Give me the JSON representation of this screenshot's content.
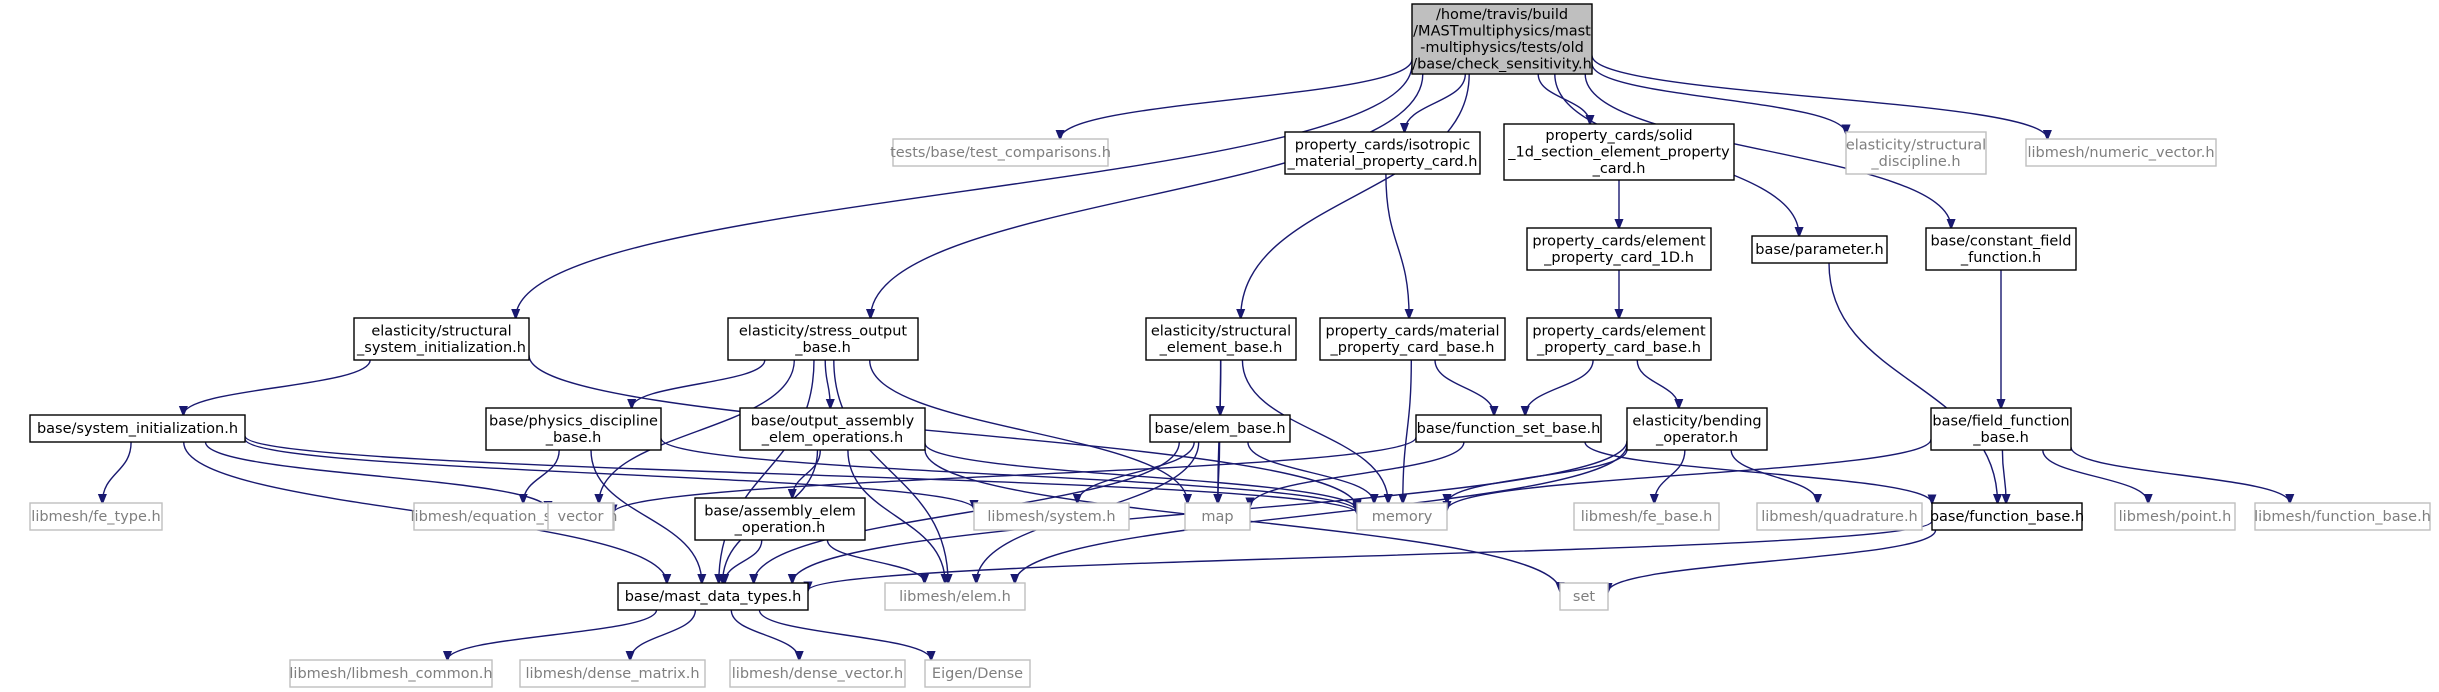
{
  "colors": {
    "edge": "#191970",
    "root_fill": "#bfbfbf",
    "normal_border": "#000000",
    "external_border": "#bfbfbf",
    "external_text": "#7f7f7f"
  },
  "nodes": [
    {
      "id": "root",
      "kind": "root",
      "lines": [
        "/home/travis/build",
        "/MASTmultiphysics/mast",
        "-multiphysics/tests/old",
        "/base/check_sensitivity.h"
      ]
    },
    {
      "id": "test_comparisons",
      "kind": "ext",
      "lines": [
        "tests/base/test_comparisons.h"
      ]
    },
    {
      "id": "isotropic_card",
      "kind": "normal",
      "lines": [
        "property_cards/isotropic",
        "_material_property_card.h"
      ]
    },
    {
      "id": "solid_1d_card",
      "kind": "normal",
      "lines": [
        "property_cards/solid",
        "_1d_section_element_property",
        "_card.h"
      ]
    },
    {
      "id": "structural_discipline",
      "kind": "ext",
      "lines": [
        "elasticity/structural",
        "_discipline.h"
      ]
    },
    {
      "id": "numeric_vector",
      "kind": "ext",
      "lines": [
        "libmesh/numeric_vector.h"
      ]
    },
    {
      "id": "element_card_1d",
      "kind": "normal",
      "lines": [
        "property_cards/element",
        "_property_card_1D.h"
      ]
    },
    {
      "id": "parameter",
      "kind": "normal",
      "lines": [
        "base/parameter.h"
      ]
    },
    {
      "id": "constant_field_function",
      "kind": "normal",
      "lines": [
        "base/constant_field",
        "_function.h"
      ]
    },
    {
      "id": "structural_system_init",
      "kind": "normal",
      "lines": [
        "elasticity/structural",
        "_system_initialization.h"
      ]
    },
    {
      "id": "stress_output_base",
      "kind": "normal",
      "lines": [
        "elasticity/stress_output",
        "_base.h"
      ]
    },
    {
      "id": "structural_element_base",
      "kind": "normal",
      "lines": [
        "elasticity/structural",
        "_element_base.h"
      ]
    },
    {
      "id": "material_card_base",
      "kind": "normal",
      "lines": [
        "property_cards/material",
        "_property_card_base.h"
      ]
    },
    {
      "id": "element_card_base",
      "kind": "normal",
      "lines": [
        "property_cards/element",
        "_property_card_base.h"
      ]
    },
    {
      "id": "system_init",
      "kind": "normal",
      "lines": [
        "base/system_initialization.h"
      ]
    },
    {
      "id": "physics_discipline_base",
      "kind": "normal",
      "lines": [
        "base/physics_discipline",
        "_base.h"
      ]
    },
    {
      "id": "output_assembly",
      "kind": "normal",
      "lines": [
        "base/output_assembly",
        "_elem_operations.h"
      ]
    },
    {
      "id": "elem_base",
      "kind": "normal",
      "lines": [
        "base/elem_base.h"
      ]
    },
    {
      "id": "function_set_base",
      "kind": "normal",
      "lines": [
        "base/function_set_base.h"
      ]
    },
    {
      "id": "bending_operator",
      "kind": "normal",
      "lines": [
        "elasticity/bending",
        "_operator.h"
      ]
    },
    {
      "id": "field_function_base",
      "kind": "normal",
      "lines": [
        "base/field_function",
        "_base.h"
      ]
    },
    {
      "id": "fe_type",
      "kind": "ext",
      "lines": [
        "libmesh/fe_type.h"
      ]
    },
    {
      "id": "equation_systems",
      "kind": "ext",
      "lines": [
        "libmesh/equation_systems.h"
      ]
    },
    {
      "id": "vector",
      "kind": "ext",
      "lines": [
        "vector"
      ]
    },
    {
      "id": "assembly_elem_operation",
      "kind": "normal",
      "lines": [
        "base/assembly_elem",
        "_operation.h"
      ]
    },
    {
      "id": "system",
      "kind": "ext",
      "lines": [
        "libmesh/system.h"
      ]
    },
    {
      "id": "map",
      "kind": "ext",
      "lines": [
        "map"
      ]
    },
    {
      "id": "memory",
      "kind": "ext",
      "lines": [
        "memory"
      ]
    },
    {
      "id": "fe_base",
      "kind": "ext",
      "lines": [
        "libmesh/fe_base.h"
      ]
    },
    {
      "id": "quadrature",
      "kind": "ext",
      "lines": [
        "libmesh/quadrature.h"
      ]
    },
    {
      "id": "function_base",
      "kind": "normal",
      "lines": [
        "base/function_base.h"
      ]
    },
    {
      "id": "point",
      "kind": "ext",
      "lines": [
        "libmesh/point.h"
      ]
    },
    {
      "id": "libmesh_function_base",
      "kind": "ext",
      "lines": [
        "libmesh/function_base.h"
      ]
    },
    {
      "id": "mast_data_types",
      "kind": "normal",
      "lines": [
        "base/mast_data_types.h"
      ]
    },
    {
      "id": "elem",
      "kind": "ext",
      "lines": [
        "libmesh/elem.h"
      ]
    },
    {
      "id": "set",
      "kind": "ext",
      "lines": [
        "set"
      ]
    },
    {
      "id": "libmesh_common",
      "kind": "ext",
      "lines": [
        "libmesh/libmesh_common.h"
      ]
    },
    {
      "id": "dense_matrix",
      "kind": "ext",
      "lines": [
        "libmesh/dense_matrix.h"
      ]
    },
    {
      "id": "dense_vector",
      "kind": "ext",
      "lines": [
        "libmesh/dense_vector.h"
      ]
    },
    {
      "id": "eigen_dense",
      "kind": "ext",
      "lines": [
        "Eigen/Dense"
      ]
    }
  ],
  "edges": [
    [
      "root",
      "test_comparisons"
    ],
    [
      "root",
      "isotropic_card"
    ],
    [
      "root",
      "solid_1d_card"
    ],
    [
      "root",
      "structural_discipline"
    ],
    [
      "root",
      "numeric_vector"
    ],
    [
      "root",
      "parameter"
    ],
    [
      "root",
      "constant_field_function"
    ],
    [
      "root",
      "structural_system_init"
    ],
    [
      "root",
      "stress_output_base"
    ],
    [
      "root",
      "structural_element_base"
    ],
    [
      "isotropic_card",
      "material_card_base"
    ],
    [
      "solid_1d_card",
      "element_card_1d"
    ],
    [
      "element_card_1d",
      "element_card_base"
    ],
    [
      "parameter",
      "function_base"
    ],
    [
      "constant_field_function",
      "field_function_base"
    ],
    [
      "structural_system_init",
      "system_init"
    ],
    [
      "structural_system_init",
      "memory"
    ],
    [
      "stress_output_base",
      "physics_discipline_base"
    ],
    [
      "stress_output_base",
      "output_assembly"
    ],
    [
      "stress_output_base",
      "vector"
    ],
    [
      "stress_output_base",
      "map"
    ],
    [
      "stress_output_base",
      "mast_data_types"
    ],
    [
      "stress_output_base",
      "elem"
    ],
    [
      "structural_element_base",
      "elem_base"
    ],
    [
      "structural_element_base",
      "map"
    ],
    [
      "structural_element_base",
      "memory"
    ],
    [
      "material_card_base",
      "function_set_base"
    ],
    [
      "material_card_base",
      "memory"
    ],
    [
      "element_card_base",
      "function_set_base"
    ],
    [
      "element_card_base",
      "bending_operator"
    ],
    [
      "system_init",
      "fe_type"
    ],
    [
      "system_init",
      "vector"
    ],
    [
      "system_init",
      "system"
    ],
    [
      "system_init",
      "mast_data_types"
    ],
    [
      "system_init",
      "memory"
    ],
    [
      "physics_discipline_base",
      "equation_systems"
    ],
    [
      "physics_discipline_base",
      "memory"
    ],
    [
      "physics_discipline_base",
      "mast_data_types"
    ],
    [
      "output_assembly",
      "assembly_elem_operation"
    ],
    [
      "output_assembly",
      "mast_data_types"
    ],
    [
      "output_assembly",
      "elem"
    ],
    [
      "output_assembly",
      "memory"
    ],
    [
      "output_assembly",
      "set"
    ],
    [
      "elem_base",
      "system"
    ],
    [
      "elem_base",
      "map"
    ],
    [
      "elem_base",
      "memory"
    ],
    [
      "elem_base",
      "mast_data_types"
    ],
    [
      "elem_base",
      "elem"
    ],
    [
      "function_set_base",
      "map"
    ],
    [
      "function_set_base",
      "vector"
    ],
    [
      "function_set_base",
      "function_base"
    ],
    [
      "bending_operator",
      "memory"
    ],
    [
      "bending_operator",
      "fe_base"
    ],
    [
      "bending_operator",
      "quadrature"
    ],
    [
      "bending_operator",
      "mast_data_types"
    ],
    [
      "bending_operator",
      "elem"
    ],
    [
      "field_function_base",
      "function_base"
    ],
    [
      "field_function_base",
      "point"
    ],
    [
      "field_function_base",
      "libmesh_function_base"
    ],
    [
      "field_function_base",
      "memory"
    ],
    [
      "assembly_elem_operation",
      "mast_data_types"
    ],
    [
      "assembly_elem_operation",
      "elem"
    ],
    [
      "function_base",
      "mast_data_types"
    ],
    [
      "function_base",
      "set"
    ],
    [
      "mast_data_types",
      "libmesh_common"
    ],
    [
      "mast_data_types",
      "dense_matrix"
    ],
    [
      "mast_data_types",
      "dense_vector"
    ],
    [
      "mast_data_types",
      "eigen_dense"
    ]
  ]
}
